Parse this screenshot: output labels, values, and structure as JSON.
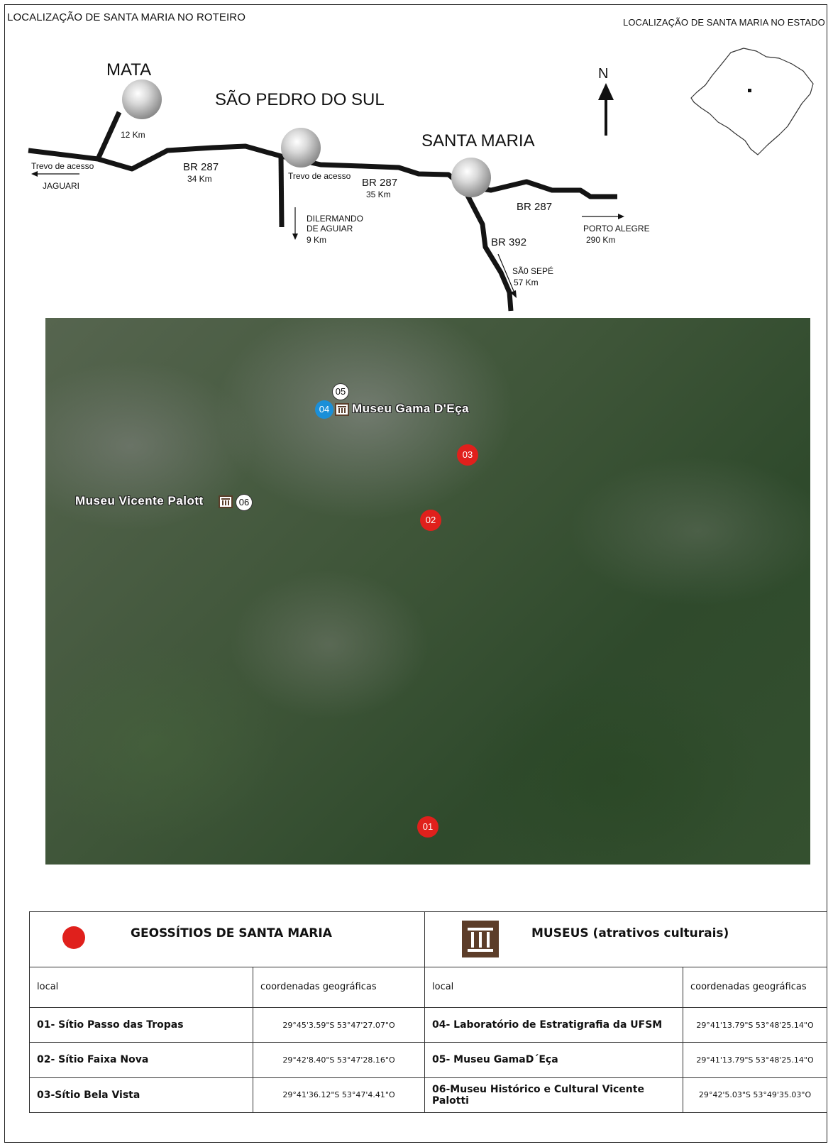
{
  "header": {
    "left_title": "LOCALIZAÇÃO DE SANTA MARIA NO ROTEIRO",
    "right_title": "LOCALIZAÇÃO DE SANTA MARIA NO ESTADO"
  },
  "route_map": {
    "north_label": "N",
    "cities": {
      "mata": "MATA",
      "sao_pedro": "SÃO PEDRO DO SUL",
      "santa_maria": "SANTA MARIA"
    },
    "labels": {
      "mata_km": "12 Km",
      "trevo_left": "Trevo de acesso",
      "jaguari": "JAGUARI",
      "br287_a": "BR 287",
      "km34": "34 Km",
      "trevo_mid": "Trevo de acesso",
      "br287_b": "BR 287",
      "km35": "35 Km",
      "dilermando_1": "DILERMANDO",
      "dilermando_2": "DE AGUIAR",
      "km9": "9 Km",
      "br287_c": "BR 287",
      "porto_alegre": "PORTO ALEGRE",
      "km290": "290 Km",
      "br392": "BR 392",
      "sao_sepe": "SÃ0 SEPÉ",
      "km57": "57 Km"
    }
  },
  "satellite": {
    "markers": {
      "m01": "01",
      "m02": "02",
      "m03": "03",
      "m04": "04",
      "m05": "05",
      "m06": "06"
    },
    "labels": {
      "gama": "Museu Gama D'Eça",
      "palotti": "Museu Vicente Palott"
    }
  },
  "legend": {
    "geo_title": "GEOSSÍTIOS DE SANTA MARIA",
    "museum_title": "MUSEUS (atrativos culturais)",
    "col_local": "local",
    "col_coords": "coordenadas geográficas",
    "geosites": [
      {
        "name": "01- Sítio Passo das Tropas",
        "coords": "29°45'3.59\"S   53°47'27.07\"O"
      },
      {
        "name": "02- Sítio Faixa Nova",
        "coords": "29°42'8.40\"S   53°47'28.16\"O"
      },
      {
        "name": "03-Sítio Bela Vista",
        "coords": "29°41'36.12\"S   53°47'4.41\"O"
      }
    ],
    "museums": [
      {
        "name": "04- Laboratório de Estratigrafia da UFSM",
        "coords": "29°41'13.79\"S   53°48'25.14\"O"
      },
      {
        "name": "05- Museu GamaD´Eça",
        "coords": "29°41'13.79\"S   53°48'25.14\"O"
      },
      {
        "name": "06-Museu Histórico e Cultural Vicente Palotti",
        "coords": "29°42'5.03\"S   53°49'35.03\"O"
      }
    ]
  },
  "colors": {
    "geosite_marker": "#e0201c",
    "lab_marker": "#1b8fd8",
    "museum_icon": "#5c3d29"
  }
}
